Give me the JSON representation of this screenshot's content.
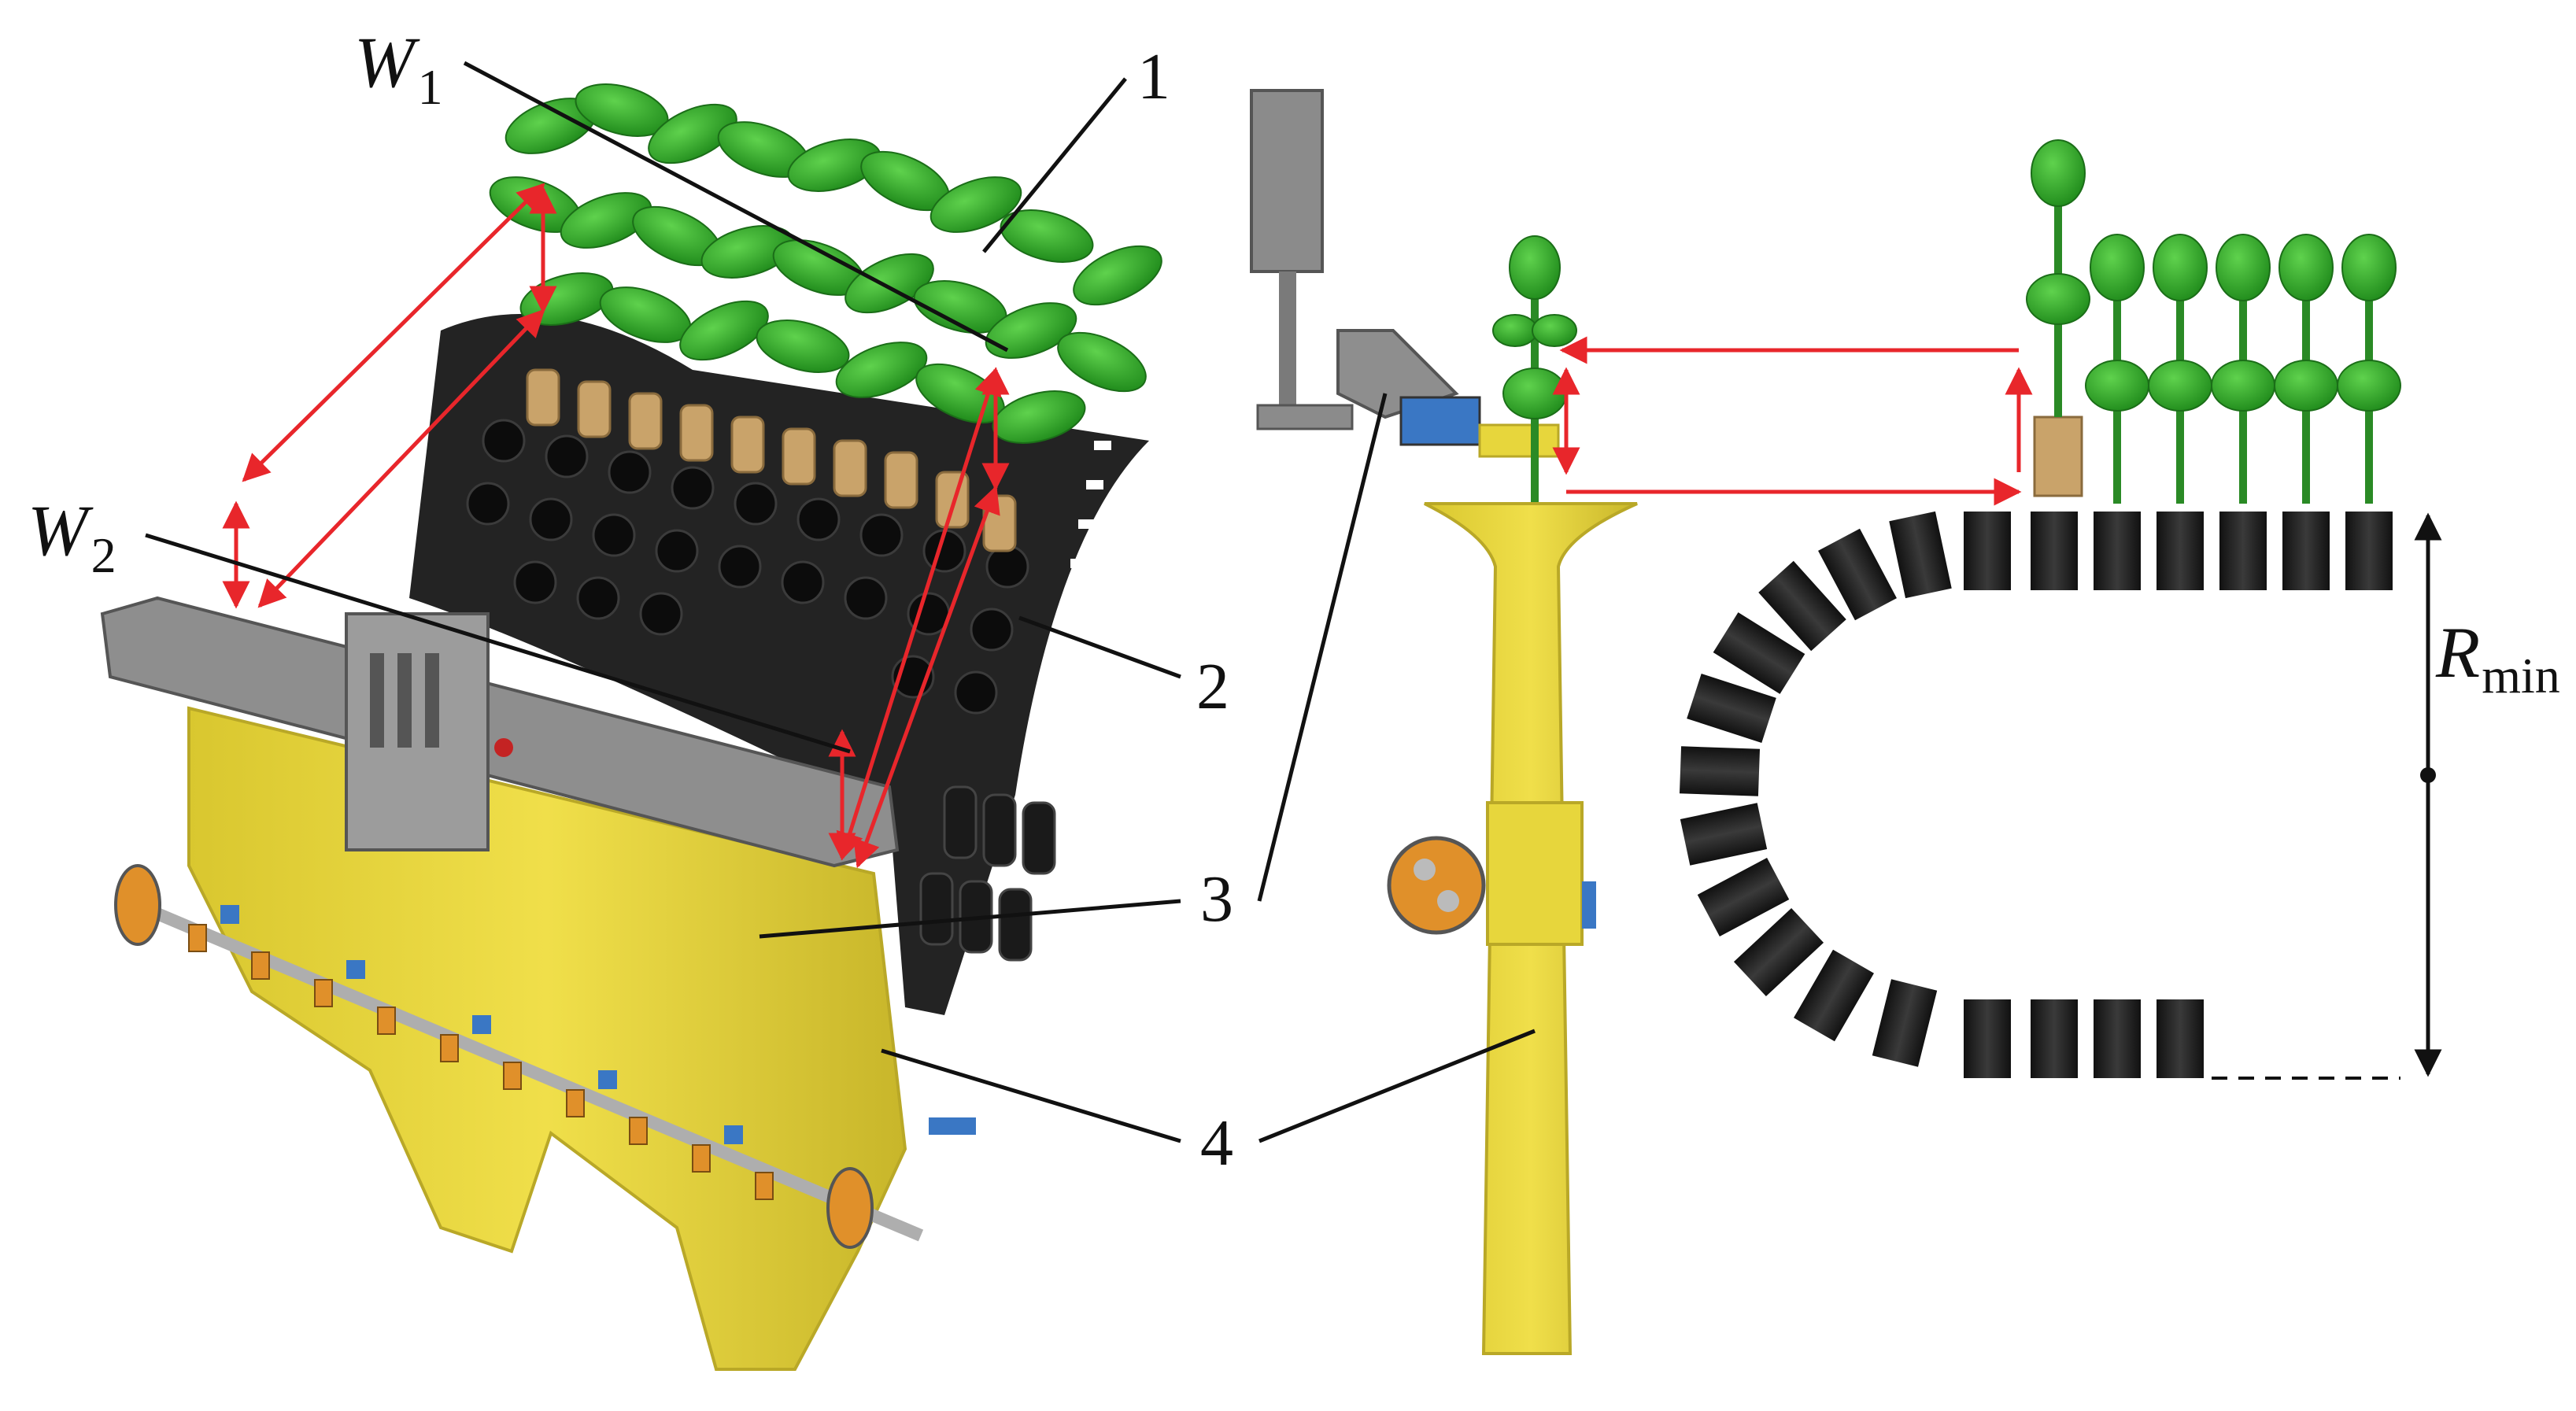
{
  "labels": {
    "w1_base": "W",
    "w1_sub": "1",
    "w2_base": "W",
    "w2_sub": "2",
    "part_1": "1",
    "part_2": "2",
    "part_3": "3",
    "part_4": "4",
    "rmin_base": "R",
    "rmin_sub": "min"
  },
  "colors": {
    "frame_yellow": "#e7d63c",
    "frame_shadow": "#b9a827",
    "leaf_green": "#2fa629",
    "leaf_dark": "#1b6e18",
    "tray_black": "#222222",
    "plug_tan": "#c9a36a",
    "steel_grey": "#8e8e8e",
    "arrow_red": "#e8262b",
    "bracket_blue": "#3a77c4",
    "bracket_orange": "#e0902a"
  }
}
